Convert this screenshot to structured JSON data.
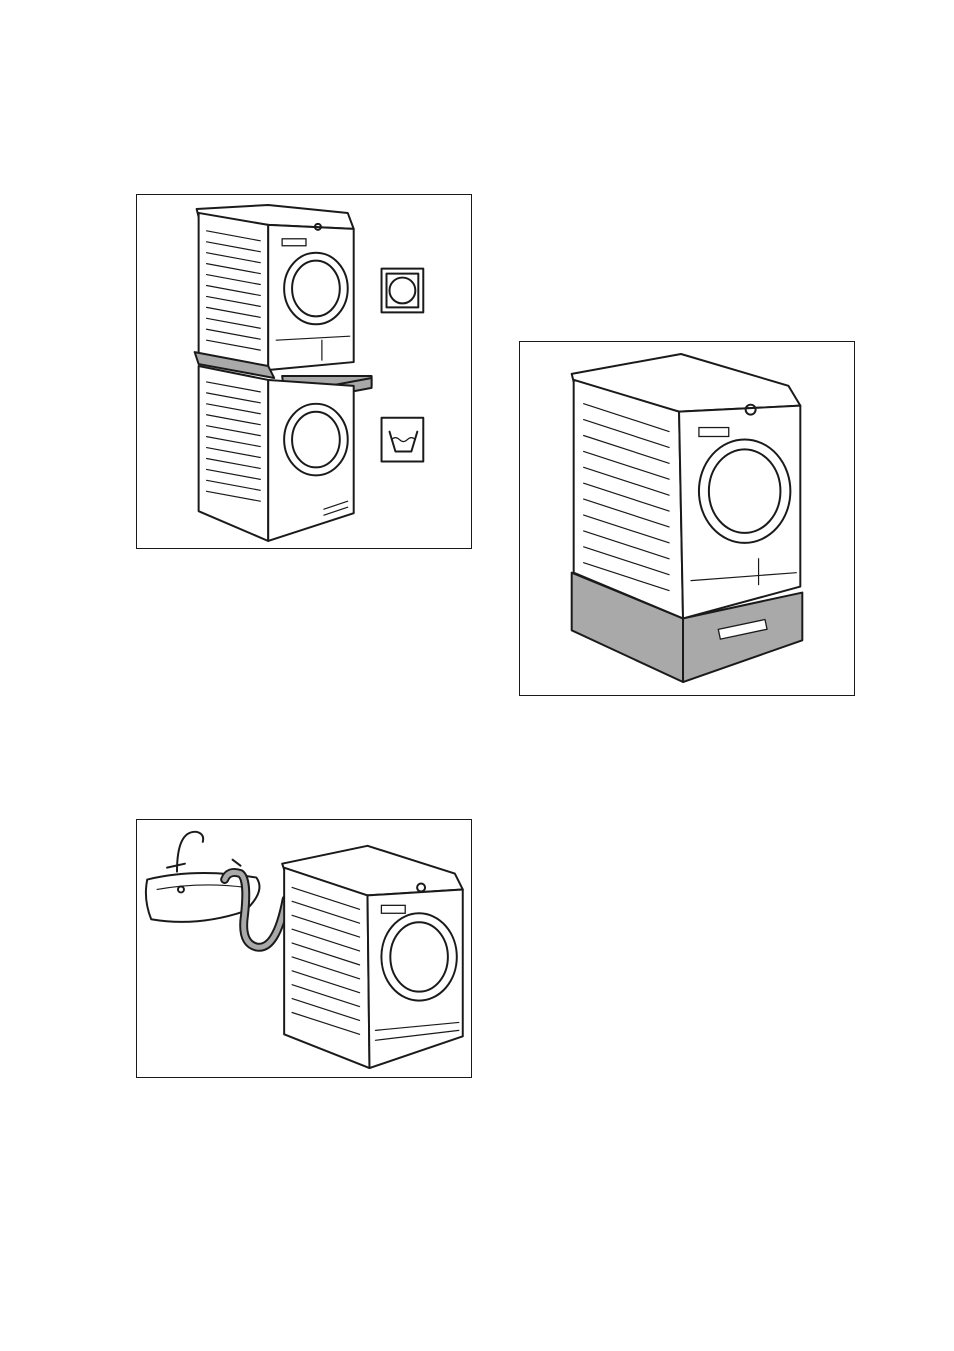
{
  "figures": [
    {
      "id": "stack-kit",
      "icons": [
        "dryer-care-icon",
        "washing-care-icon"
      ]
    },
    {
      "id": "pedestal"
    },
    {
      "id": "sink-drain"
    }
  ],
  "colors": {
    "line": "#1a1a1a",
    "accent_grey": "#a9a9a9",
    "background": "#ffffff"
  }
}
